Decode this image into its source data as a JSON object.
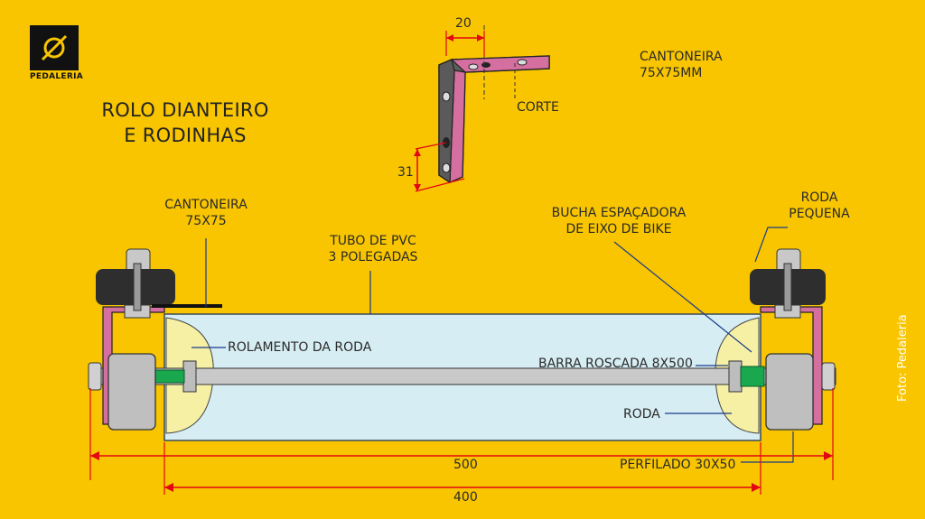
{
  "brand": {
    "logo_text": "PEDALERIA"
  },
  "title": {
    "line1": "ROLO DIANTEIRO",
    "line2": "E RODINHAS"
  },
  "labels": {
    "cantoneira_top_l1": "CANTONEIRA",
    "cantoneira_top_l2": "75X75MM",
    "corte": "CORTE",
    "dim_20": "20",
    "dim_31": "31",
    "cantoneira_left_l1": "CANTONEIRA",
    "cantoneira_left_l2": "75X75",
    "tubo_l1": "TUBO DE PVC",
    "tubo_l2": "3 POLEGADAS",
    "bucha_l1": "BUCHA ESPAÇADORA",
    "bucha_l2": "DE EIXO DE BIKE",
    "roda_pequena_l1": "RODA",
    "roda_pequena_l2": "PEQUENA",
    "rolamento": "ROLAMENTO DA RODA",
    "barra": "BARRA ROSCADA 8X500",
    "roda": "RODA",
    "perfilado": "PERFILADO 30X50",
    "dim_500": "500",
    "dim_400": "400"
  },
  "credit": "Foto: Pedaleria",
  "colors": {
    "background": "#f8c500",
    "dimension": "#e30613",
    "profile": "#d56fa0",
    "tube": "#d6edf3",
    "wheel": "#f6f0a5",
    "bushing": "#1aa84f"
  }
}
